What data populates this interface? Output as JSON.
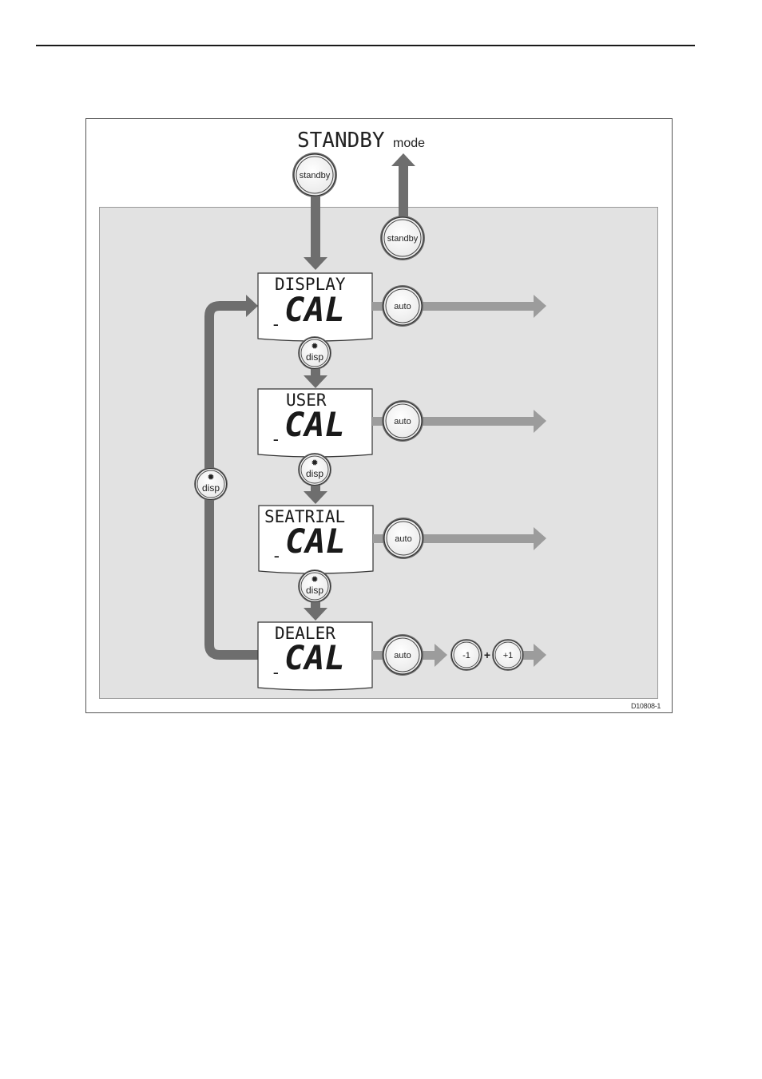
{
  "title": {
    "main": "STANDBY",
    "suffix": "mode"
  },
  "buttons": {
    "standby": "standby",
    "auto": "auto",
    "disp": "disp",
    "minus_one": "-1",
    "plus": "+",
    "plus_one": "+1"
  },
  "screens": [
    {
      "top": "DISPLAY",
      "big": "CAL",
      "indicator": "-"
    },
    {
      "top": "USER",
      "big": "CAL",
      "indicator": "-"
    },
    {
      "top": "SEATRIAL",
      "big": "CAL",
      "indicator": "-"
    },
    {
      "top": "DEALER",
      "big": "CAL",
      "indicator": "-"
    }
  ],
  "reference": "D10808-1",
  "colors": {
    "arrow": "#6e6e6e",
    "arrow_light": "#9c9c9c",
    "panel": "#e2e2e2"
  }
}
